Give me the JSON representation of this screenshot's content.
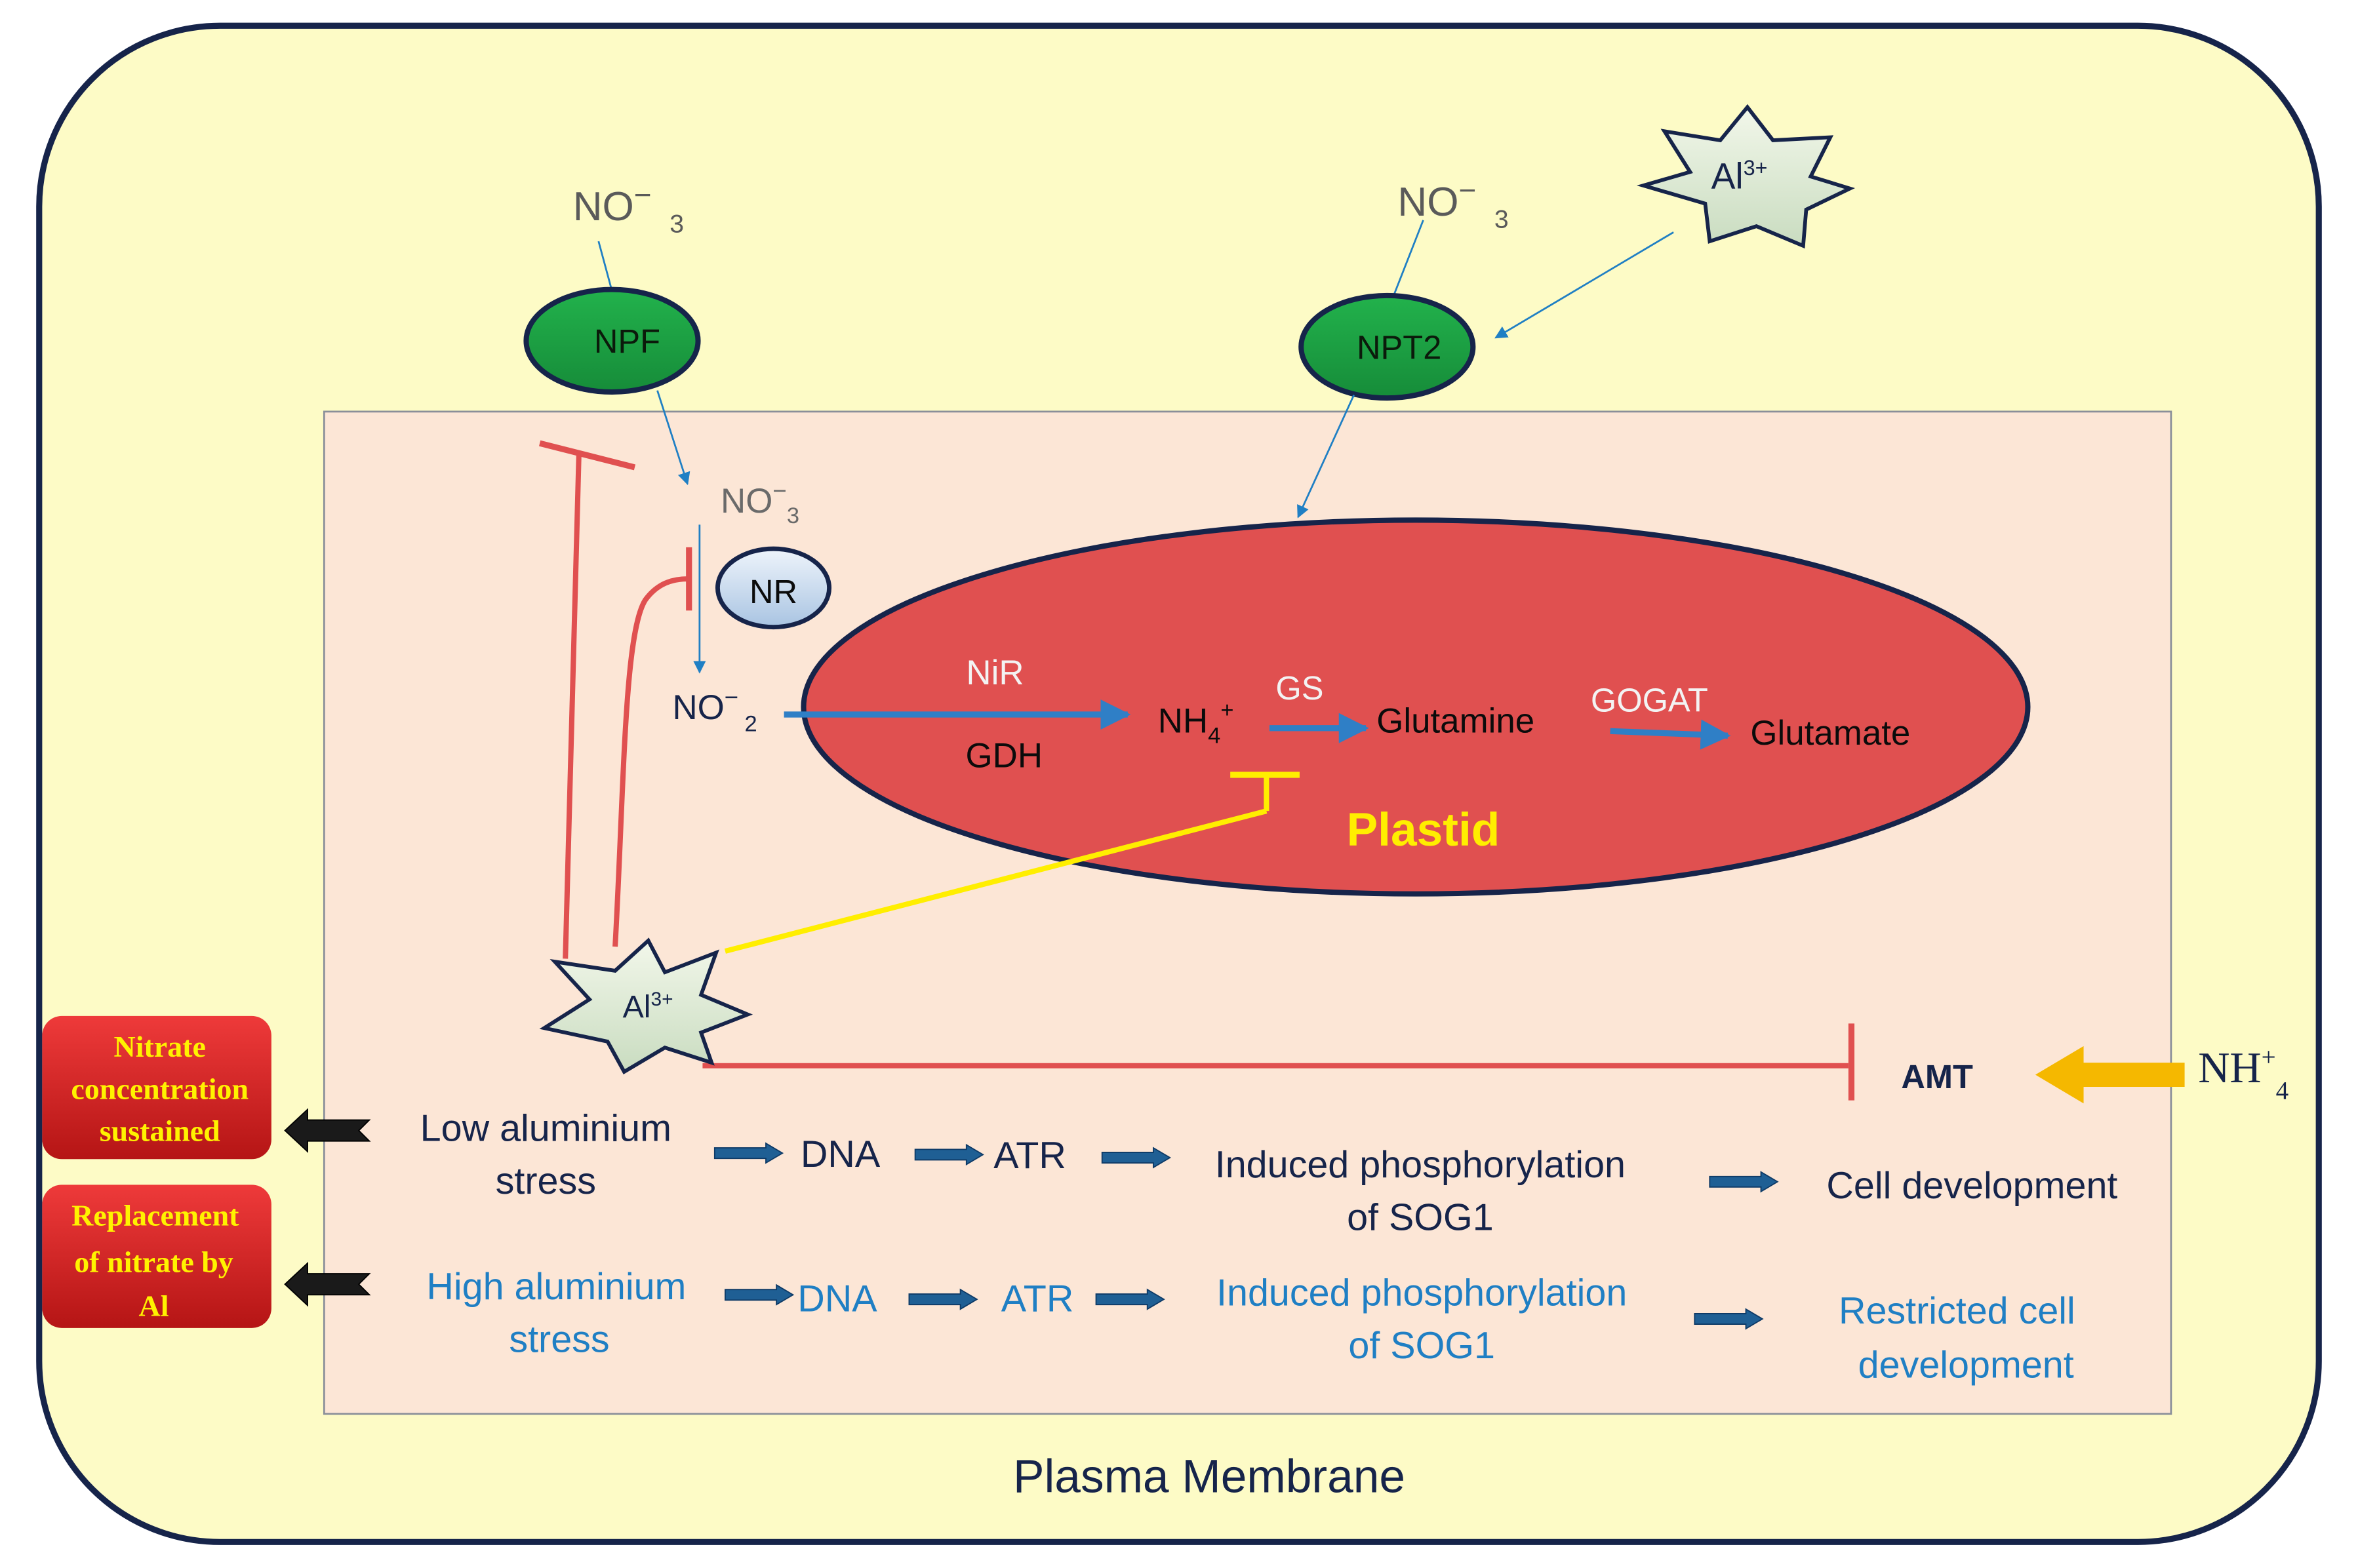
{
  "membrane_label": "Plasma Membrane",
  "transporters": {
    "npf": {
      "label": "NPF",
      "ion": "NO",
      "ion_charge": "−",
      "ion_sub": "3"
    },
    "npt2": {
      "label": "NPT2",
      "ion": "NO",
      "ion_charge": "−",
      "ion_sub": "3"
    }
  },
  "al_ion": {
    "base": "Al",
    "sup": "3+"
  },
  "cytoplasm": {
    "nitrate": {
      "base": "NO",
      "sup": "−",
      "sub": "3"
    },
    "nr_label": "NR",
    "nitrite": {
      "base": "NO",
      "sup": "−",
      "sub": "2"
    }
  },
  "plastid": {
    "label": "Plastid",
    "nir": "NiR",
    "gdh": "GDH",
    "ammonium": {
      "base": "NH",
      "sub": "4",
      "sup": "+"
    },
    "gs": "GS",
    "glutamine": "Glutamine",
    "gogat": "GOGAT",
    "glutamate": "Glutamate"
  },
  "amt": {
    "label": "AMT",
    "external": {
      "base": "NH",
      "sup": "+",
      "sub": "4"
    }
  },
  "low_stress_row": {
    "stress_line1": "Low aluminium",
    "stress_line2": "stress",
    "dna": "DNA",
    "atr": "ATR",
    "phos_line1": "Induced phosphorylation",
    "phos_line2": "of SOG1",
    "outcome_line1": "Cell  development"
  },
  "high_stress_row": {
    "stress_line1": "High aluminium",
    "stress_line2": "stress",
    "dna": "DNA",
    "atr": "ATR",
    "phos_line1": "Induced phosphorylation",
    "phos_line2": "of SOG1",
    "outcome_line1": "Restricted cell",
    "outcome_line2": "development"
  },
  "side_boxes": {
    "nitrate_sustained": [
      "Nitrate",
      "concentration",
      "sustained"
    ],
    "replacement": [
      "Replacement",
      "of nitrate by",
      "Al"
    ]
  },
  "colors": {
    "cell_fill": "#fdfbc6",
    "cytoplasm_fill": "#fce6d6",
    "plastid_fill": "#e05050",
    "transporter_fill": "#1daa45",
    "inhibition_red": "#e05050",
    "inhibition_yellow": "#ffee00",
    "arrow_blue": "#1f5f94",
    "dark_navy": "#16244a",
    "light_blue_text": "#1f7fc4",
    "side_box_red": "#d21e1e",
    "side_box_text": "#fff200",
    "amt_arrow": "#f5b800"
  }
}
